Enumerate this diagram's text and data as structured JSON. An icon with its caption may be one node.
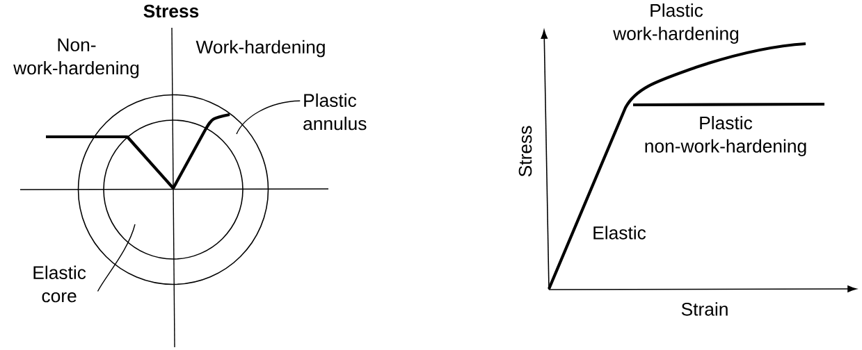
{
  "diagram": {
    "nodes": [
      {
        "text": [
          "Plastic annulus"
        ]
      },
      {
        "text": [
          "Elastic core"
        ]
      },
      {
        "text": [],
        "shape": "circle"
      },
      {
        "text": [],
        "shape": "circle",
        "in": 2
      }
    ],
    "edges": [
      {
        "from": 0,
        "to": 2,
        "arrow": "none"
      },
      {
        "from": 1,
        "to": 3,
        "arrow": "none"
      }
    ],
    "labels": [
      "Stress",
      "Non- work-hardening",
      "Work-hardening",
      "Plastic work-hardening",
      "Plastic non-work-hardening",
      "Stress",
      "Elastic",
      "Strain"
    ]
  }
}
